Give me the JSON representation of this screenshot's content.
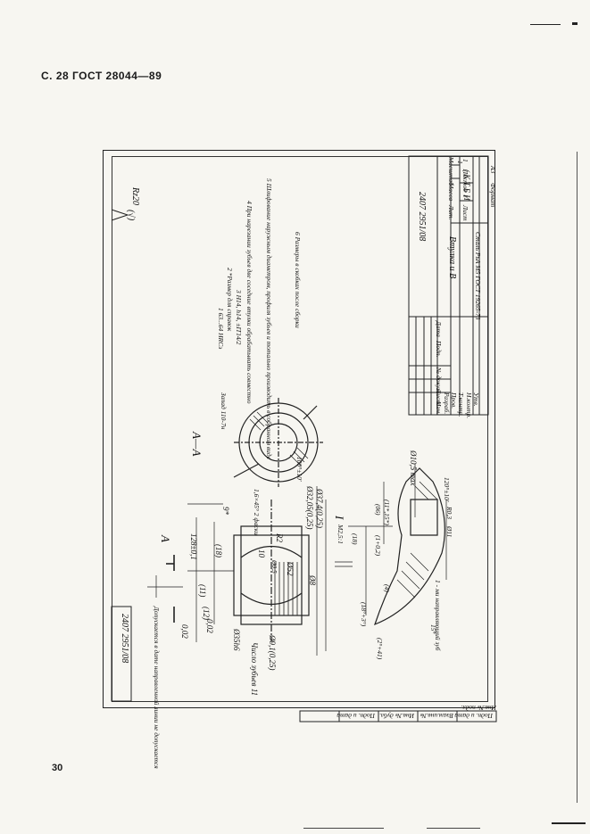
{
  "header": {
    "title": "С. 28 ГОСТ 28044—89"
  },
  "page_number": "30",
  "title_block": {
    "designation": "2407 2951/08",
    "part_name": "Втулка и В",
    "material": "Сталь РьА М5 ГОСТ 19265-73",
    "company": "( К Т Б И",
    "lit_label": "Лит.",
    "mass_label": "Масса",
    "scale_label": "Масштаб",
    "scale_value": "1",
    "sheet_label": "Лист",
    "sheets_label": "Листов",
    "sheet_value": "1",
    "sheets_value": "1",
    "format_label": "Формат",
    "format_value": "А3",
    "col_change": "Изм.",
    "col_sheet": "Лист",
    "col_doc": "№ докум.",
    "col_sign": "Подп.",
    "col_date": "Дата",
    "rows": [
      "Разраб.",
      "Пров.",
      "Т.контр.",
      "Н.контр.",
      "Утв."
    ]
  },
  "top_left_stamp": "2407 2951/08",
  "roughness": {
    "value": "Rz20",
    "note": "(√)"
  },
  "notes": [
    "1 63...64 HRCэ",
    "2 *Размер для справок",
    "3 H14, h14, ±IT14/2",
    "4 При нарезании зубьев две соседние втулки обрабатывать совместно",
    "5 Шлифование наружным диаметром, профиля зубьев и тотально производить в собранном виде",
    "6 Размеры в скобках после сборки"
  ],
  "section_label": "A—A",
  "section_mark": "A",
  "view_label": "I",
  "view_scale": "M2,5:1",
  "dimensions": [
    "Ø37,4(0,25)",
    "Ø32,05(0,25)",
    "1,6×45° 2 фаски",
    "9*",
    "(18)",
    "(11)",
    "128±0,1",
    "10",
    "(12)",
    "R2",
    "Ø52",
    "Ø0,5",
    "Ø35h6",
    "Ø8",
    "0,02",
    "Ø10,5 max",
    "(1+0,2)",
    "(11*,15*)",
    "(06)",
    "(18)",
    "Ø11",
    "R0,3",
    "120°±10'",
    "100°±10'",
    "Запад 110-7н",
    "(4)",
    "(2°+41)",
    "(18°+3°)",
    "15°"
  ],
  "tolerance_note": "Допускается в дате направленной линии не допускается",
  "tolerance_value": "0,02",
  "side_label": "Число зубьев 11",
  "diameter_label": "Ø9,1(0,25)",
  "tooth_note": "1 - ми направляющий зуб",
  "bottom_strip": [
    "Инв.№ подл.",
    "Подп. и дата",
    "Взам.инв.№",
    "Инв.№ дубл.",
    "Подп. и дата"
  ]
}
